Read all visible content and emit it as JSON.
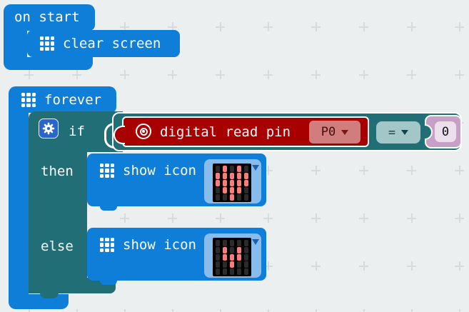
{
  "colors": {
    "bg": "#eceff0",
    "gridmark": "#d8dbdd",
    "blue": "#0e7ed8",
    "lightblue": "#88bcec",
    "ledarrow": "#1d5fae",
    "teal": "#226e77",
    "tealpill": "#a3c7c9",
    "tealtext": "#16444d",
    "red": "#a80000",
    "redpill": "#d17d7d",
    "redtext": "#490c0c",
    "redarrow": "#7c1616",
    "lavender": "#c7a0c7",
    "lavfield": "#ecdfec",
    "gearbg": "#2a64cd",
    "ledon": "#f87d7d",
    "ledoff": "#2b2b2b"
  },
  "on_start": {
    "label": "on start",
    "body": [
      {
        "name": "clear-screen",
        "label": "clear screen"
      }
    ]
  },
  "forever": {
    "label": "forever"
  },
  "if_statement": {
    "if_label": "if",
    "then_label": "then",
    "else_label": "else"
  },
  "condition": {
    "left": {
      "label": "digital read pin",
      "icon": "bullseye-icon",
      "pin": {
        "value": "P0"
      }
    },
    "operator": {
      "value": "="
    },
    "right": {
      "value": "0"
    }
  },
  "then_branch": {
    "label": "show icon",
    "icon_name": "heart",
    "pattern": [
      [
        0,
        1,
        0,
        1,
        0
      ],
      [
        1,
        1,
        1,
        1,
        1
      ],
      [
        1,
        1,
        1,
        1,
        1
      ],
      [
        0,
        1,
        1,
        1,
        0
      ],
      [
        0,
        0,
        1,
        0,
        0
      ]
    ]
  },
  "else_branch": {
    "label": "show icon",
    "icon_name": "small-heart",
    "pattern": [
      [
        0,
        0,
        0,
        0,
        0
      ],
      [
        0,
        1,
        0,
        1,
        0
      ],
      [
        0,
        1,
        1,
        1,
        0
      ],
      [
        0,
        0,
        1,
        0,
        0
      ],
      [
        0,
        0,
        0,
        0,
        0
      ]
    ]
  }
}
